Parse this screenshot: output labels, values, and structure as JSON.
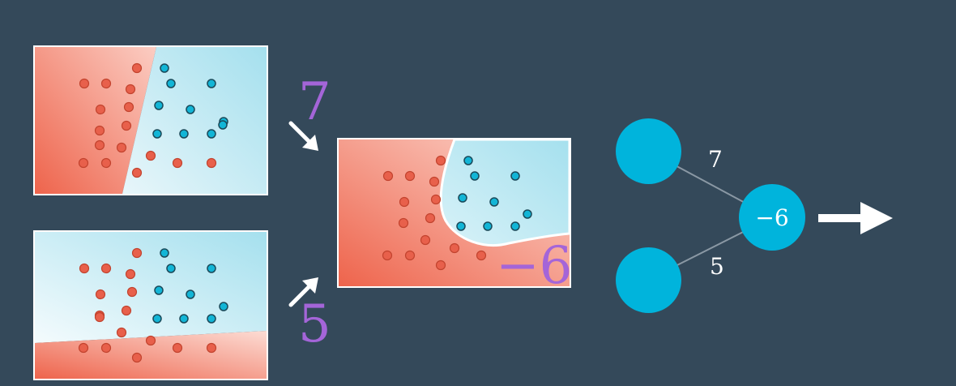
{
  "weights": {
    "top": "7",
    "bottom": "5",
    "bias": "−6"
  },
  "network": {
    "edge_top_label": "7",
    "edge_bottom_label": "5",
    "output_node_label": "−6"
  },
  "colors": {
    "background": "#34495a",
    "red_region": "#ee6b55",
    "blue_region": "#a8e2ef",
    "red_point": "#e8604b",
    "blue_point": "#12b5d6",
    "weight_text": "#a465d8",
    "node": "#00b4dc"
  },
  "icons": [
    "arrow-down-right-icon",
    "arrow-up-right-icon",
    "output-arrow-icon"
  ]
}
